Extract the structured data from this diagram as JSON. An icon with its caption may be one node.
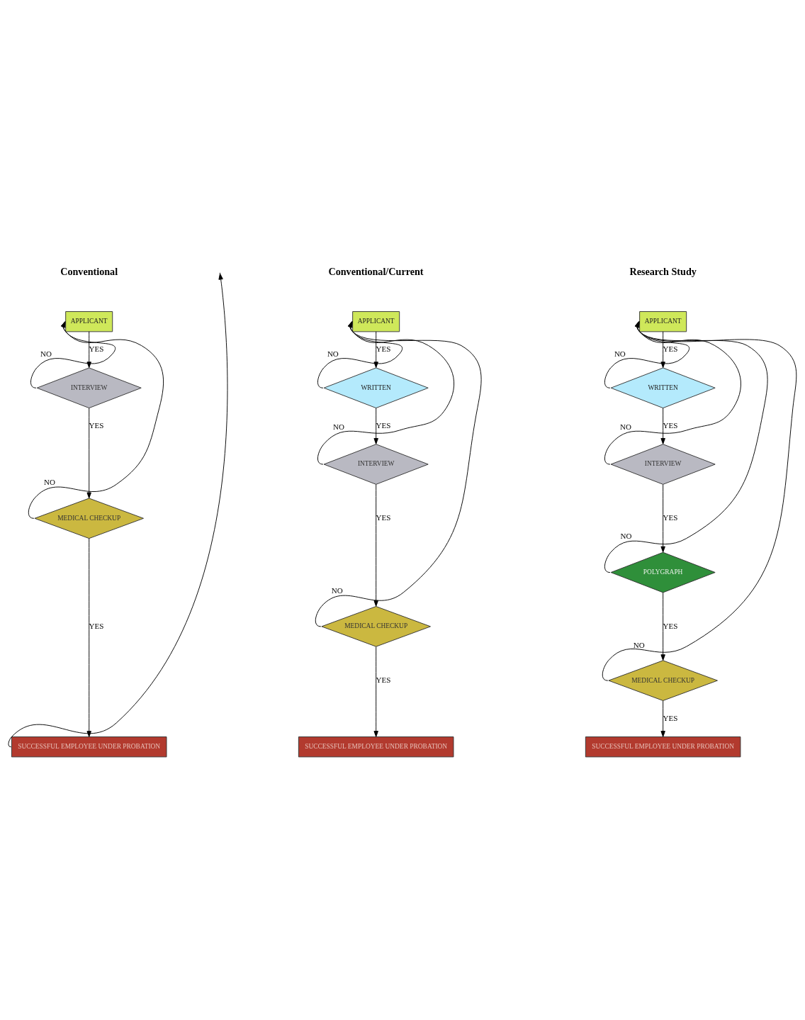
{
  "diagram": {
    "nodes": [
      {
        "text": [
          "APPLICANT"
        ]
      },
      {
        "text": [
          "INTERVIEW"
        ]
      },
      {
        "text": [
          "MEDICAL CHECKUP"
        ]
      },
      {
        "text": [
          "SUCCESSFUL EMPLOYEE UNDER PROBATION"
        ]
      },
      {
        "text": [
          "APPLICANT"
        ]
      },
      {
        "text": [
          "WRITTEN"
        ]
      },
      {
        "text": [
          "INTERVIEW"
        ]
      },
      {
        "text": [
          "MEDICAL CHECKUP"
        ]
      },
      {
        "text": [
          "SUCCESSFUL EMPLOYEE UNDER PROBATION"
        ]
      },
      {
        "text": [
          "APPLICANT"
        ]
      },
      {
        "text": [
          "WRITTEN"
        ]
      },
      {
        "text": [
          "INTERVIEW"
        ]
      },
      {
        "text": [
          "POLYGRAPH"
        ]
      },
      {
        "text": [
          "MEDICAL CHECKUP"
        ]
      },
      {
        "text": [
          "SUCCESSFUL EMPLOYEE UNDER PROBATION"
        ]
      }
    ],
    "edges": [
      {
        "from": 0,
        "to": 1,
        "arrow": "to",
        "label": "YES"
      },
      {
        "from": 1,
        "to": 0,
        "arrow": "to",
        "label": "NO"
      },
      {
        "from": 1,
        "to": 2,
        "arrow": "to",
        "label": "YES"
      },
      {
        "from": 2,
        "to": 0,
        "arrow": "to",
        "label": "NO"
      },
      {
        "from": 2,
        "to": 3,
        "arrow": "to",
        "label": "YES"
      },
      {
        "from": 3,
        "to": null,
        "arrow": "to"
      },
      {
        "from": 4,
        "to": 5,
        "arrow": "to",
        "label": "YES"
      },
      {
        "from": 5,
        "to": 4,
        "arrow": "to",
        "label": "NO"
      },
      {
        "from": 5,
        "to": 6,
        "arrow": "to",
        "label": "YES"
      },
      {
        "from": 6,
        "to": 4,
        "arrow": "to",
        "label": "NO"
      },
      {
        "from": 6,
        "to": 7,
        "arrow": "to",
        "label": "YES"
      },
      {
        "from": 7,
        "to": 4,
        "arrow": "to",
        "label": "NO"
      },
      {
        "from": 7,
        "to": 8,
        "arrow": "to",
        "label": "YES"
      },
      {
        "from": 9,
        "to": 10,
        "arrow": "to",
        "label": "YES"
      },
      {
        "from": 10,
        "to": 9,
        "arrow": "to",
        "label": "NO"
      },
      {
        "from": 10,
        "to": 11,
        "arrow": "to",
        "label": "YES"
      },
      {
        "from": 11,
        "to": 9,
        "arrow": "to",
        "label": "NO"
      },
      {
        "from": 11,
        "to": 12,
        "arrow": "to",
        "label": "YES"
      },
      {
        "from": 12,
        "to": 9,
        "arrow": "to",
        "label": "NO"
      },
      {
        "from": 12,
        "to": 13,
        "arrow": "to",
        "label": "YES"
      },
      {
        "from": 13,
        "to": 9,
        "arrow": "to",
        "label": "NO"
      },
      {
        "from": 13,
        "to": 14,
        "arrow": "to",
        "label": "YES"
      }
    ],
    "labels": [
      "Conventional",
      "Conventional/Current",
      "Research Study"
    ]
  }
}
